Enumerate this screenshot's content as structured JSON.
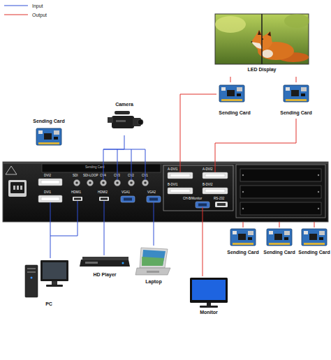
{
  "diagram": {
    "nodes": [
      {
        "text": [
          "LED Display"
        ]
      },
      {
        "text": [
          "Sending Card"
        ]
      },
      {
        "text": [
          "Sending Card"
        ]
      },
      {
        "text": [
          "Camera"
        ]
      },
      {
        "text": [
          "Sending Card"
        ]
      },
      {
        "text": [
          "Sending Card",
          "DVI2",
          "SDI",
          "SDI-LOOP",
          "CV4",
          "CV3",
          "CV2",
          "CV1",
          "A-DVI1",
          "A-DVI2",
          "B-DVI1",
          "B-DVI2",
          "DVI1",
          "HDMI1",
          "HDMI2",
          "VGA1",
          "VGA2",
          "CH-B/Monitor",
          "RS-232"
        ]
      },
      {
        "text": [
          "Sending Card"
        ]
      },
      {
        "text": [
          "Sending Card"
        ]
      },
      {
        "text": [
          "Sending Card"
        ]
      },
      {
        "text": [
          "PC"
        ]
      },
      {
        "text": [
          "HD Player"
        ]
      },
      {
        "text": [
          "Laptop"
        ]
      },
      {
        "text": [
          "Monitor"
        ]
      }
    ],
    "edges": [
      {
        "from": 3,
        "to": 5,
        "arrow": "none"
      },
      {
        "from": 5,
        "to": 1,
        "arrow": "none"
      },
      {
        "from": 5,
        "to": 2,
        "arrow": "none"
      },
      {
        "from": 1,
        "to": 0,
        "arrow": "none"
      },
      {
        "from": 2,
        "to": 0,
        "arrow": "none"
      },
      {
        "from": 5,
        "to": 6,
        "arrow": "none"
      },
      {
        "from": 5,
        "to": 7,
        "arrow": "none"
      },
      {
        "from": 5,
        "to": 8,
        "arrow": "none"
      },
      {
        "from": 5,
        "to": 12,
        "arrow": "none"
      },
      {
        "from": 9,
        "to": 5,
        "arrow": "none"
      },
      {
        "from": 10,
        "to": 5,
        "arrow": "none"
      },
      {
        "from": 11,
        "to": 5,
        "arrow": "none"
      }
    ],
    "legend": [
      {
        "text": "Input"
      },
      {
        "text": "Output"
      }
    ]
  }
}
